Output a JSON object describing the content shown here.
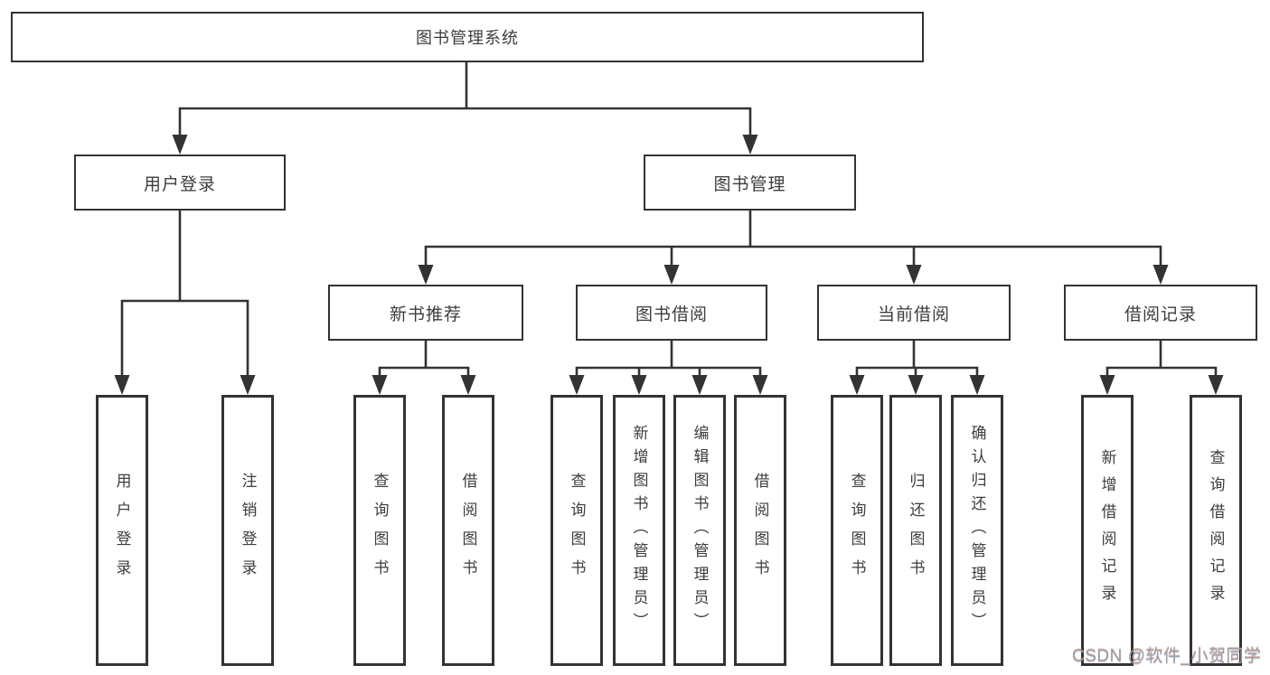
{
  "diagram": {
    "colors": {
      "background": "#ffffff",
      "line": "#333333",
      "box_border": "#333333",
      "box_fill": "#ffffff",
      "text": "#3d3d3d",
      "watermark": "#9e9e9e"
    },
    "tree": {
      "label": "图书管理系统",
      "children": [
        {
          "label": "用户登录",
          "children": [
            {
              "label": "用户登录"
            },
            {
              "label": "注销登录"
            }
          ]
        },
        {
          "label": "图书管理",
          "children": [
            {
              "label": "新书推荐",
              "children": [
                {
                  "label": "查询图书"
                },
                {
                  "label": "借阅图书"
                }
              ]
            },
            {
              "label": "图书借阅",
              "children": [
                {
                  "label": "查询图书"
                },
                {
                  "label": "新增图书（管理员）"
                },
                {
                  "label": "编辑图书（管理员）"
                },
                {
                  "label": "借阅图书"
                }
              ]
            },
            {
              "label": "当前借阅",
              "children": [
                {
                  "label": "查询图书"
                },
                {
                  "label": "归还图书"
                },
                {
                  "label": "确认归还（管理员）"
                }
              ]
            },
            {
              "label": "借阅记录",
              "children": [
                {
                  "label": "新增借阅记录"
                },
                {
                  "label": "查询借阅记录"
                }
              ]
            }
          ]
        }
      ]
    },
    "watermark": {
      "text": "CSDN @软件_小贺同学"
    }
  }
}
